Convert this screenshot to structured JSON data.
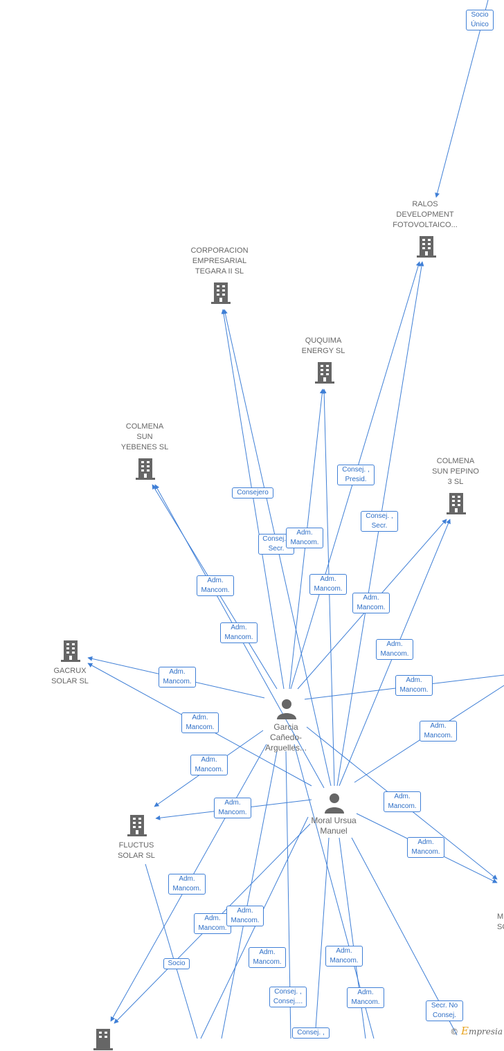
{
  "colors": {
    "edge": "#3f7fd6",
    "node": "#666666",
    "accent_logo": "#e8a21c"
  },
  "companies": [
    {
      "id": "corporacion",
      "label": "CORPORACION\nEMPRESARIAL\nTEGARA II  SL",
      "icon": "building-icon"
    },
    {
      "id": "ralos",
      "label": "RALOS\nDEVELOPMENT\nFOTOVOLTAICO...",
      "icon": "building-icon"
    },
    {
      "id": "ququima",
      "label": "QUQUIMA\nENERGY  SL",
      "icon": "building-icon"
    },
    {
      "id": "yebenes",
      "label": "COLMENA\nSUN\nYEBENES  SL",
      "icon": "building-icon"
    },
    {
      "id": "pepino",
      "label": "COLMENA\nSUN PEPINO\n3  SL",
      "icon": "building-icon"
    },
    {
      "id": "gacrux",
      "label": "GACRUX\nSOLAR  SL",
      "icon": "building-icon"
    },
    {
      "id": "fluctus",
      "label": "FLUCTUS\nSOLAR  SL",
      "icon": "building-icon"
    },
    {
      "id": "bottom_left",
      "label": "",
      "icon": "building-icon"
    },
    {
      "id": "right_partial",
      "label": "M\nSC",
      "icon": ""
    }
  ],
  "persons": [
    {
      "id": "garcia",
      "label": "Garcia\nCañedo-\nArguelles...",
      "icon": "person-icon"
    },
    {
      "id": "moral",
      "label": "Moral Ursua\nManuel",
      "icon": "person-icon"
    }
  ],
  "edge_labels": [
    "Socio\nÚnico",
    "Consej. ,\nPresid.",
    "Consejero",
    "Consej. ,\nSecr.",
    "Consej. ,\nSecr.",
    "Adm.\nMancom.",
    "Adm.\nMancom.",
    "Adm.\nMancom.",
    "Adm.\nMancom.",
    "Adm.\nMancom.",
    "Adm.\nMancom.",
    "Adm.\nMancom.",
    "Adm.\nMancom.",
    "Adm.\nMancom.",
    "Adm.\nMancom.",
    "Adm.\nMancom.",
    "Adm.\nMancom.",
    "Adm.\nMancom.",
    "Adm.\nMancom.",
    "Adm.\nMancom.",
    "Adm.\nMancom.",
    "Adm.\nMancom.",
    "Adm.\nMancom.",
    "Socio",
    "Consej. ,\nConsej....",
    "Consej. ,",
    "Secr.  No\nConsej.",
    "Adm.\nMancom."
  ],
  "watermark": {
    "copyright": "©",
    "e": "E",
    "rest": "mpresia"
  }
}
